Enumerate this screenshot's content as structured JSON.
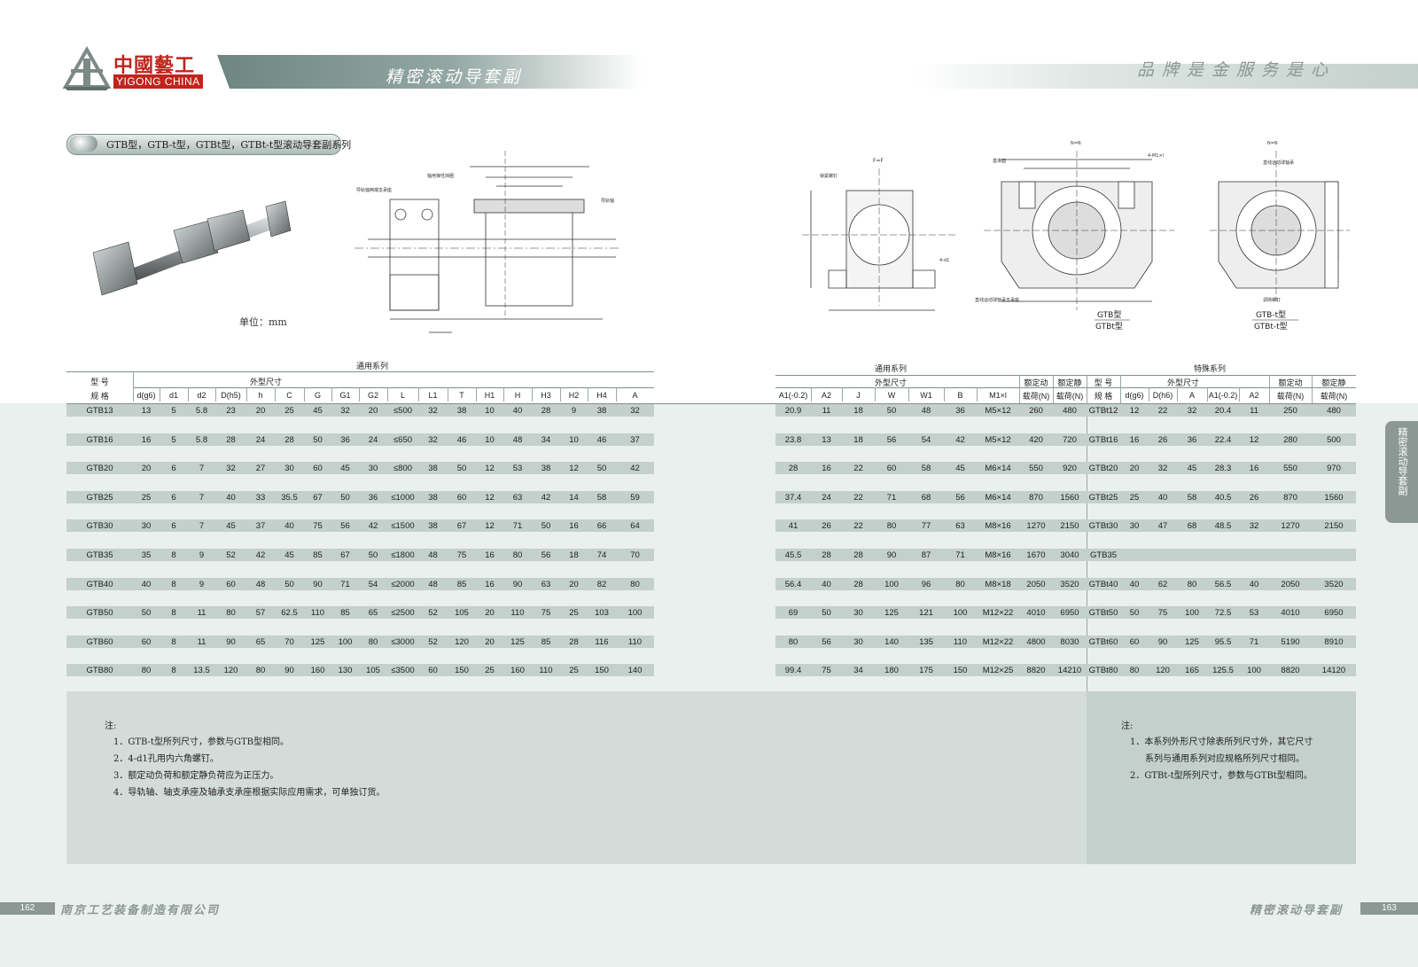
{
  "header": {
    "logo_cn": "中國藝工",
    "logo_en": "YIGONG CHINA",
    "subtitle": "精密滚动导套副",
    "slogan": "品牌是金服务是心"
  },
  "series_title": "GTB型，GTB-t型，GTBt型，GTBt-t型滚动导套副系列",
  "unit": "单位：mm",
  "drawing_labels": {
    "rail_support": "导轨轴两端支承座",
    "bearing_seal": "轴用弹性挡圈",
    "guide_shaft": "导轨轴",
    "locking_screw": "锁紧螺钉",
    "ref_surface": "基准面",
    "linear_bearing_seat": "直线运动球轴承支承座",
    "linear_bearing": "直线运动球轴承",
    "adjust_screw": "调隙螺钉",
    "view_nn": "N=N",
    "view_ff": "F=F",
    "gtb_caption_top": "GTB型",
    "gtb_caption_bottom": "GTBt型",
    "gtbt_caption_top": "GTB-t型",
    "gtbt_caption_bottom": "GTBt-t型",
    "hole_label": "4-M1×l",
    "hole_label2": "4-d1"
  },
  "table": {
    "group_general_left": "通用系列",
    "group_general_right": "通用系列",
    "group_special": "特殊系列",
    "model_label": "型 号",
    "spec_label": "规 格",
    "outer_dims": "外型尺寸",
    "outer_dims_right": "外型尺寸",
    "outer_dims_special": "外型尺寸",
    "dyn_load_1": "额定动",
    "dyn_load_2": "载荷(N)",
    "stat_load_1": "额定静",
    "stat_load_2": "载荷(N)",
    "left_cols": [
      "d(g6)",
      "d1",
      "d2",
      "D(h5)",
      "h",
      "C",
      "G",
      "G1",
      "G2",
      "L",
      "L1",
      "T",
      "H1",
      "H",
      "H3",
      "H2",
      "H4",
      "A"
    ],
    "right_cols": [
      "A1(-0.2)",
      "A2",
      "J",
      "W",
      "W1",
      "B",
      "M1×l"
    ],
    "special_cols": [
      "d(g6)",
      "D(h6)",
      "A",
      "A1(-0.2)",
      "A2"
    ],
    "rows": [
      {
        "model": "GTB13",
        "left": [
          "13",
          "5",
          "5.8",
          "23",
          "20",
          "25",
          "45",
          "32",
          "20",
          "≤500",
          "32",
          "38",
          "10",
          "40",
          "28",
          "9",
          "38",
          "32"
        ],
        "right": [
          "20.9",
          "11",
          "18",
          "50",
          "48",
          "36",
          "M5×12"
        ],
        "dyn": "260",
        "stat": "480",
        "sp_model": "GTBt12",
        "sp": [
          "12",
          "22",
          "32",
          "20.4",
          "11"
        ],
        "sp_dyn": "250",
        "sp_stat": "480"
      },
      {
        "model": "GTB16",
        "left": [
          "16",
          "5",
          "5.8",
          "28",
          "24",
          "28",
          "50",
          "36",
          "24",
          "≤650",
          "32",
          "46",
          "10",
          "48",
          "34",
          "10",
          "46",
          "37"
        ],
        "right": [
          "23.8",
          "13",
          "18",
          "56",
          "54",
          "42",
          "M5×12"
        ],
        "dyn": "420",
        "stat": "720",
        "sp_model": "GTBt16",
        "sp": [
          "16",
          "26",
          "36",
          "22.4",
          "12"
        ],
        "sp_dyn": "280",
        "sp_stat": "500"
      },
      {
        "model": "GTB20",
        "left": [
          "20",
          "6",
          "7",
          "32",
          "27",
          "30",
          "60",
          "45",
          "30",
          "≤800",
          "38",
          "50",
          "12",
          "53",
          "38",
          "12",
          "50",
          "42"
        ],
        "right": [
          "28",
          "16",
          "22",
          "60",
          "58",
          "45",
          "M6×14"
        ],
        "dyn": "550",
        "stat": "920",
        "sp_model": "GTBt20",
        "sp": [
          "20",
          "32",
          "45",
          "28.3",
          "16"
        ],
        "sp_dyn": "550",
        "sp_stat": "970"
      },
      {
        "model": "GTB25",
        "left": [
          "25",
          "6",
          "7",
          "40",
          "33",
          "35.5",
          "67",
          "50",
          "36",
          "≤1000",
          "38",
          "60",
          "12",
          "63",
          "42",
          "14",
          "58",
          "59"
        ],
        "right": [
          "37.4",
          "24",
          "22",
          "71",
          "68",
          "56",
          "M6×14"
        ],
        "dyn": "870",
        "stat": "1560",
        "sp_model": "GTBt25",
        "sp": [
          "25",
          "40",
          "58",
          "40.5",
          "26"
        ],
        "sp_dyn": "870",
        "sp_stat": "1560"
      },
      {
        "model": "GTB30",
        "left": [
          "30",
          "6",
          "7",
          "45",
          "37",
          "40",
          "75",
          "56",
          "42",
          "≤1500",
          "38",
          "67",
          "12",
          "71",
          "50",
          "16",
          "66",
          "64"
        ],
        "right": [
          "41",
          "26",
          "22",
          "80",
          "77",
          "63",
          "M8×16"
        ],
        "dyn": "1270",
        "stat": "2150",
        "sp_model": "GTBt30",
        "sp": [
          "30",
          "47",
          "68",
          "48.5",
          "32"
        ],
        "sp_dyn": "1270",
        "sp_stat": "2150"
      },
      {
        "model": "GTB35",
        "left": [
          "35",
          "8",
          "9",
          "52",
          "42",
          "45",
          "85",
          "67",
          "50",
          "≤1800",
          "48",
          "75",
          "16",
          "80",
          "56",
          "18",
          "74",
          "70"
        ],
        "right": [
          "45.5",
          "28",
          "28",
          "90",
          "87",
          "71",
          "M8×16"
        ],
        "dyn": "1670",
        "stat": "3040",
        "sp_model": "GTB35",
        "sp": [
          "",
          "",
          "",
          "",
          ""
        ],
        "sp_dyn": "",
        "sp_stat": ""
      },
      {
        "model": "GTB40",
        "left": [
          "40",
          "8",
          "9",
          "60",
          "48",
          "50",
          "90",
          "71",
          "54",
          "≤2000",
          "48",
          "85",
          "16",
          "90",
          "63",
          "20",
          "82",
          "80"
        ],
        "right": [
          "56.4",
          "40",
          "28",
          "100",
          "96",
          "80",
          "M8×18"
        ],
        "dyn": "2050",
        "stat": "3520",
        "sp_model": "GTBt40",
        "sp": [
          "40",
          "62",
          "80",
          "56.5",
          "40"
        ],
        "sp_dyn": "2050",
        "sp_stat": "3520"
      },
      {
        "model": "GTB50",
        "left": [
          "50",
          "8",
          "11",
          "80",
          "57",
          "62.5",
          "110",
          "85",
          "65",
          "≤2500",
          "52",
          "105",
          "20",
          "110",
          "75",
          "25",
          "103",
          "100"
        ],
        "right": [
          "69",
          "50",
          "30",
          "125",
          "121",
          "100",
          "M12×22"
        ],
        "dyn": "4010",
        "stat": "6950",
        "sp_model": "GTBt50",
        "sp": [
          "50",
          "75",
          "100",
          "72.5",
          "53"
        ],
        "sp_dyn": "4010",
        "sp_stat": "6950"
      },
      {
        "model": "GTB60",
        "left": [
          "60",
          "8",
          "11",
          "90",
          "65",
          "70",
          "125",
          "100",
          "80",
          "≤3000",
          "52",
          "120",
          "20",
          "125",
          "85",
          "28",
          "116",
          "110"
        ],
        "right": [
          "80",
          "56",
          "30",
          "140",
          "135",
          "110",
          "M12×22"
        ],
        "dyn": "4800",
        "stat": "8030",
        "sp_model": "GTBt60",
        "sp": [
          "60",
          "90",
          "125",
          "95.5",
          "71"
        ],
        "sp_dyn": "5190",
        "sp_stat": "8910"
      },
      {
        "model": "GTB80",
        "left": [
          "80",
          "8",
          "13.5",
          "120",
          "80",
          "90",
          "160",
          "130",
          "105",
          "≤3500",
          "60",
          "150",
          "25",
          "160",
          "110",
          "25",
          "150",
          "140"
        ],
        "right": [
          "99.4",
          "75",
          "34",
          "180",
          "175",
          "150",
          "M12×25"
        ],
        "dyn": "8820",
        "stat": "14210",
        "sp_model": "GTBt80",
        "sp": [
          "80",
          "120",
          "165",
          "125.5",
          "100"
        ],
        "sp_dyn": "8820",
        "sp_stat": "14120"
      }
    ]
  },
  "notes_left": {
    "title": "注:",
    "items": [
      "1．GTB-t型所列尺寸，参数与GTB型相同。",
      "2．4-d1孔用内六角螺钉。",
      "3．额定动负荷和额定静负荷应为正压力。",
      "4．导轨轴、轴支承座及轴承支承座根据实际应用需求，可单独订货。"
    ]
  },
  "notes_right": {
    "title": "注:",
    "items": [
      "1．本系列外形尺寸除表所列尺寸外，其它尺寸",
      "系列与通用系列对应规格所列尺寸相同。",
      "2．GTBt-t型所列尺寸，参数与GTBt型相同。"
    ]
  },
  "footer": {
    "page_left": "162",
    "company": "南京工艺装备制造有限公司",
    "right_title": "精密滚动导套副",
    "page_right": "163"
  },
  "side_tab": "精密滚动导套副"
}
